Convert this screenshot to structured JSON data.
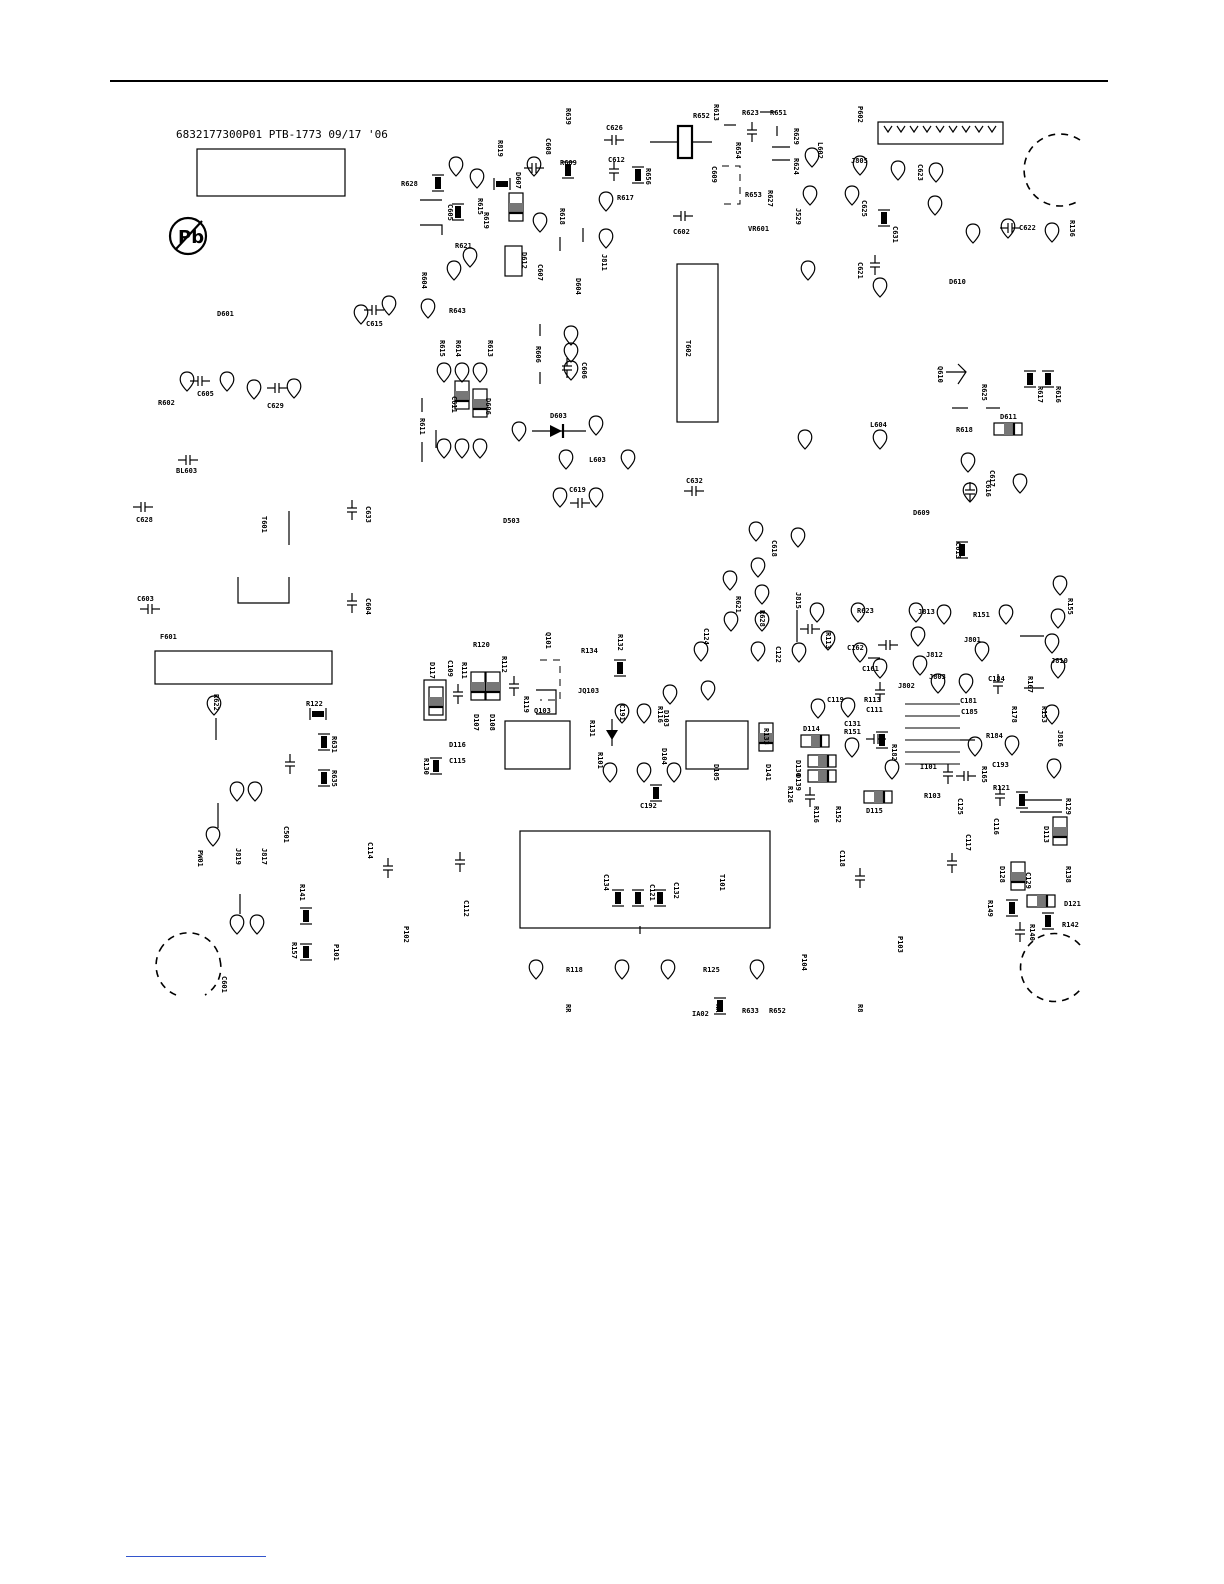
{
  "board_id": "6832177300P01 PTB-1773 09/17 '06",
  "labels": [
    {
      "id": "r639",
      "t": "R639"
    },
    {
      "id": "c626",
      "t": "C626"
    },
    {
      "id": "r652",
      "t": "R652"
    },
    {
      "id": "r623",
      "t": "R623"
    },
    {
      "id": "r651",
      "t": "R651"
    },
    {
      "id": "p602",
      "t": "P602"
    },
    {
      "id": "r819",
      "t": "R819"
    },
    {
      "id": "c608",
      "t": "C608"
    },
    {
      "id": "c612",
      "t": "C612"
    },
    {
      "id": "r609",
      "t": "R609"
    },
    {
      "id": "r656",
      "t": "R656"
    },
    {
      "id": "r613",
      "t": "R613"
    },
    {
      "id": "r629",
      "t": "R629"
    },
    {
      "id": "r654",
      "t": "R654"
    },
    {
      "id": "r624",
      "t": "R624"
    },
    {
      "id": "l602",
      "t": "L602"
    },
    {
      "id": "j805",
      "t": "J805"
    },
    {
      "id": "c623",
      "t": "C623"
    },
    {
      "id": "d607",
      "t": "D607"
    },
    {
      "id": "r628",
      "t": "R628"
    },
    {
      "id": "r615",
      "t": "R615"
    },
    {
      "id": "r619",
      "t": "R619"
    },
    {
      "id": "r617",
      "t": "R617"
    },
    {
      "id": "r653",
      "t": "R653"
    },
    {
      "id": "r627",
      "t": "R627"
    },
    {
      "id": "c609",
      "t": "C609"
    },
    {
      "id": "c622",
      "t": "C622"
    },
    {
      "id": "r136",
      "t": "R136"
    },
    {
      "id": "r618",
      "t": "R618"
    },
    {
      "id": "c602",
      "t": "C602"
    },
    {
      "id": "vr601",
      "t": "VR601"
    },
    {
      "id": "j529",
      "t": "J529"
    },
    {
      "id": "c631",
      "t": "C631"
    },
    {
      "id": "c625",
      "t": "C625"
    },
    {
      "id": "r621",
      "t": "R621"
    },
    {
      "id": "d612",
      "t": "D612"
    },
    {
      "id": "c607",
      "t": "C607"
    },
    {
      "id": "j811",
      "t": "J811"
    },
    {
      "id": "d604",
      "t": "D604"
    },
    {
      "id": "r604",
      "t": "R604"
    },
    {
      "id": "c621",
      "t": "C621"
    },
    {
      "id": "d610",
      "t": "D610"
    },
    {
      "id": "d601",
      "t": "D601"
    },
    {
      "id": "c615",
      "t": "C615"
    },
    {
      "id": "r643",
      "t": "R643"
    },
    {
      "id": "r615b",
      "t": "R615"
    },
    {
      "id": "r614",
      "t": "R614"
    },
    {
      "id": "r613b",
      "t": "R613"
    },
    {
      "id": "r606",
      "t": "R606"
    },
    {
      "id": "c606",
      "t": "C606"
    },
    {
      "id": "t602",
      "t": "T602"
    },
    {
      "id": "q610",
      "t": "Q610"
    },
    {
      "id": "r625",
      "t": "R625"
    },
    {
      "id": "r617b",
      "t": "R617"
    },
    {
      "id": "r616",
      "t": "R616"
    },
    {
      "id": "r602",
      "t": "R602"
    },
    {
      "id": "c605",
      "t": "C605"
    },
    {
      "id": "c629",
      "t": "C629"
    },
    {
      "id": "c611",
      "t": "C611"
    },
    {
      "id": "d606",
      "t": "D606"
    },
    {
      "id": "r611",
      "t": "R611"
    },
    {
      "id": "d603",
      "t": "D603"
    },
    {
      "id": "r618b",
      "t": "R618"
    },
    {
      "id": "d611",
      "t": "D611"
    },
    {
      "id": "l604",
      "t": "L604"
    },
    {
      "id": "l603",
      "t": "L603"
    },
    {
      "id": "c617",
      "t": "C617"
    },
    {
      "id": "c616",
      "t": "C616"
    },
    {
      "id": "bl603",
      "t": "BL603"
    },
    {
      "id": "c632",
      "t": "C632"
    },
    {
      "id": "c619",
      "t": "C619"
    },
    {
      "id": "c628",
      "t": "C628"
    },
    {
      "id": "t601",
      "t": "T601"
    },
    {
      "id": "c633",
      "t": "C633"
    },
    {
      "id": "d503",
      "t": "D503"
    },
    {
      "id": "d609",
      "t": "D609"
    },
    {
      "id": "c618",
      "t": "C618"
    },
    {
      "id": "c613",
      "t": "C613"
    },
    {
      "id": "c603",
      "t": "C603"
    },
    {
      "id": "c604",
      "t": "C604"
    },
    {
      "id": "r621b",
      "t": "R621"
    },
    {
      "id": "j815",
      "t": "J815"
    },
    {
      "id": "r623b",
      "t": "R623"
    },
    {
      "id": "j813",
      "t": "J813"
    },
    {
      "id": "r151",
      "t": "R151"
    },
    {
      "id": "r155",
      "t": "R155"
    },
    {
      "id": "f601",
      "t": "F601"
    },
    {
      "id": "c124",
      "t": "C124"
    },
    {
      "id": "r628b",
      "t": "R628"
    },
    {
      "id": "c122",
      "t": "C122"
    },
    {
      "id": "r113",
      "t": "R113"
    },
    {
      "id": "c162",
      "t": "C162"
    },
    {
      "id": "j812",
      "t": "J812"
    },
    {
      "id": "j801",
      "t": "J801"
    },
    {
      "id": "j810",
      "t": "J810"
    },
    {
      "id": "q101",
      "t": "Q101"
    },
    {
      "id": "r120",
      "t": "R120"
    },
    {
      "id": "r134",
      "t": "R134"
    },
    {
      "id": "r132",
      "t": "R132"
    },
    {
      "id": "d117",
      "t": "D117"
    },
    {
      "id": "c109",
      "t": "C109"
    },
    {
      "id": "r111",
      "t": "R111"
    },
    {
      "id": "r112",
      "t": "R112"
    },
    {
      "id": "jq103",
      "t": "JQ103"
    },
    {
      "id": "c161",
      "t": "C161"
    },
    {
      "id": "j803",
      "t": "J803"
    },
    {
      "id": "j802",
      "t": "J802"
    },
    {
      "id": "c184",
      "t": "C184"
    },
    {
      "id": "r167",
      "t": "R167"
    },
    {
      "id": "r122",
      "t": "R122"
    },
    {
      "id": "d107",
      "t": "D107"
    },
    {
      "id": "d108",
      "t": "D108"
    },
    {
      "id": "r119",
      "t": "R119"
    },
    {
      "id": "q103",
      "t": "Q103"
    },
    {
      "id": "c119",
      "t": "C119"
    },
    {
      "id": "r113b",
      "t": "R113"
    },
    {
      "id": "c111",
      "t": "C111"
    },
    {
      "id": "c181",
      "t": "C181"
    },
    {
      "id": "c185",
      "t": "C185"
    },
    {
      "id": "r178",
      "t": "R178"
    },
    {
      "id": "r153",
      "t": "R153"
    },
    {
      "id": "d116",
      "t": "D116"
    },
    {
      "id": "r131",
      "t": "R131"
    },
    {
      "id": "c131",
      "t": "C131"
    },
    {
      "id": "r151b",
      "t": "R151"
    },
    {
      "id": "c191",
      "t": "C191"
    },
    {
      "id": "r133",
      "t": "R133"
    },
    {
      "id": "d114",
      "t": "D114"
    },
    {
      "id": "r184",
      "t": "R184"
    },
    {
      "id": "j816",
      "t": "J816"
    },
    {
      "id": "r101",
      "t": "R101"
    },
    {
      "id": "r116",
      "t": "R116"
    },
    {
      "id": "c115",
      "t": "C115"
    },
    {
      "id": "d103",
      "t": "D103"
    },
    {
      "id": "r130",
      "t": "R130"
    },
    {
      "id": "d130",
      "t": "D130"
    },
    {
      "id": "d141",
      "t": "D141"
    },
    {
      "id": "d139",
      "t": "D139"
    },
    {
      "id": "c193",
      "t": "C193"
    },
    {
      "id": "r182",
      "t": "R182"
    },
    {
      "id": "i101",
      "t": "I101"
    },
    {
      "id": "r165",
      "t": "R165"
    },
    {
      "id": "d104",
      "t": "D104"
    },
    {
      "id": "d105",
      "t": "D105"
    },
    {
      "id": "r126",
      "t": "R126"
    },
    {
      "id": "r116b",
      "t": "R116"
    },
    {
      "id": "r152",
      "t": "R152"
    },
    {
      "id": "r103",
      "t": "R103"
    },
    {
      "id": "c125",
      "t": "C125"
    },
    {
      "id": "d115",
      "t": "D115"
    },
    {
      "id": "r121",
      "t": "R121"
    },
    {
      "id": "r129",
      "t": "R129"
    },
    {
      "id": "c116",
      "t": "C116"
    },
    {
      "id": "c192",
      "t": "C192"
    },
    {
      "id": "c501",
      "t": "C501"
    },
    {
      "id": "c114",
      "t": "C114"
    },
    {
      "id": "c118",
      "t": "C118"
    },
    {
      "id": "c117",
      "t": "C117"
    },
    {
      "id": "d113",
      "t": "D113"
    },
    {
      "id": "pw01",
      "t": "PW01"
    },
    {
      "id": "j819",
      "t": "J819"
    },
    {
      "id": "j817",
      "t": "J817"
    },
    {
      "id": "c134",
      "t": "C134"
    },
    {
      "id": "c121",
      "t": "C121"
    },
    {
      "id": "c132",
      "t": "C132"
    },
    {
      "id": "t101",
      "t": "T101"
    },
    {
      "id": "d128",
      "t": "D128"
    },
    {
      "id": "c129",
      "t": "C129"
    },
    {
      "id": "r138",
      "t": "R138"
    },
    {
      "id": "r141",
      "t": "R141"
    },
    {
      "id": "c112",
      "t": "C112"
    },
    {
      "id": "r149",
      "t": "R149"
    },
    {
      "id": "d121",
      "t": "D121"
    },
    {
      "id": "r142",
      "t": "R142"
    },
    {
      "id": "r157",
      "t": "R157"
    },
    {
      "id": "p101",
      "t": "P101"
    },
    {
      "id": "p102",
      "t": "P102"
    },
    {
      "id": "p103",
      "t": "P103"
    },
    {
      "id": "r140",
      "t": "R140"
    },
    {
      "id": "c601",
      "t": "C601"
    },
    {
      "id": "r118",
      "t": "R118"
    },
    {
      "id": "r125",
      "t": "R125"
    },
    {
      "id": "p104",
      "t": "P104"
    },
    {
      "id": "rr",
      "t": "RR"
    },
    {
      "id": "ia02",
      "t": "IA02"
    },
    {
      "id": "rr2",
      "t": "RR"
    },
    {
      "id": "r633",
      "t": "R633"
    },
    {
      "id": "r652b",
      "t": "R652"
    },
    {
      "id": "r8",
      "t": "R8"
    },
    {
      "id": "r622",
      "t": "R622"
    },
    {
      "id": "r631",
      "t": "R631"
    },
    {
      "id": "r635",
      "t": "R635"
    },
    {
      "id": "c605b",
      "t": "C605"
    }
  ]
}
